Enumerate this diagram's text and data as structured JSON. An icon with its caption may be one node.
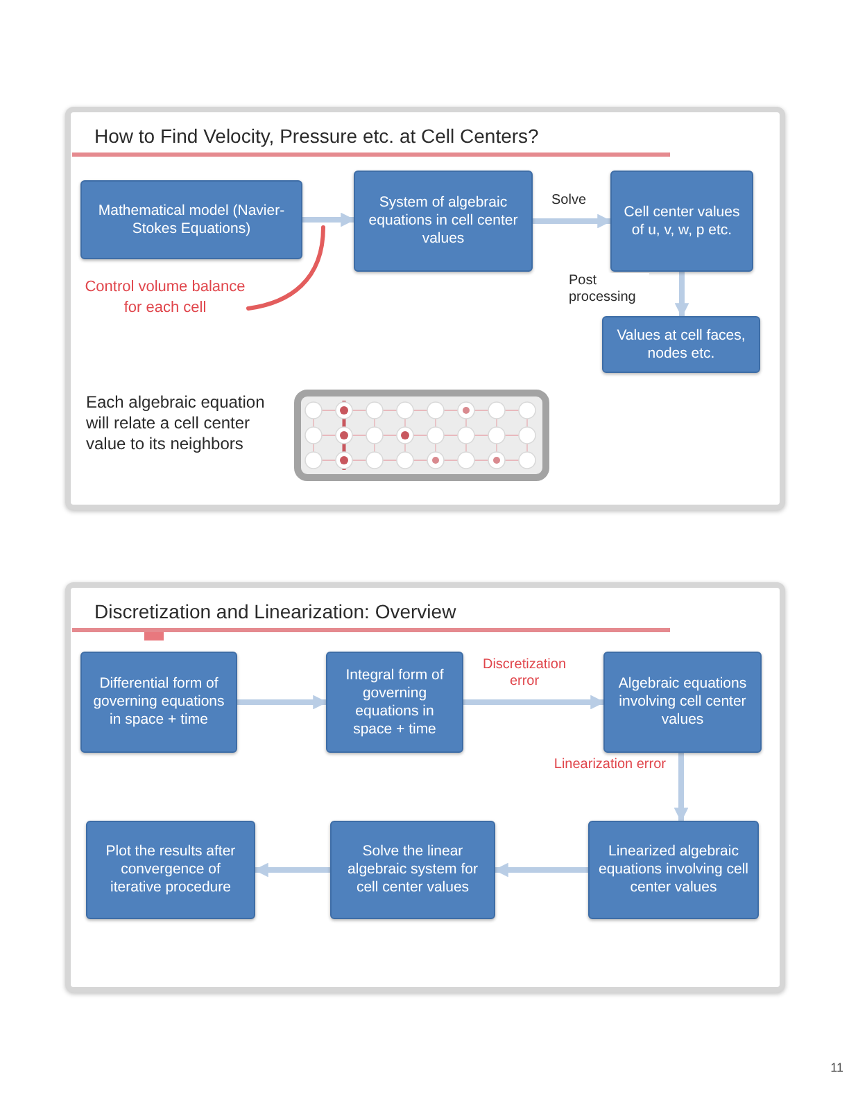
{
  "diagram": {
    "nodes": [
      {
        "text": [
          "How to Find Velocity, Pressure etc. at Cell Centers?"
        ]
      },
      {
        "text": [
          "Mathematical model (Navier-Stokes Equations)"
        ],
        "in": 0
      },
      {
        "text": [
          "System of algebraic equations in cell center values"
        ],
        "in": 0
      },
      {
        "text": [
          "Cell center values of u, v, w, p etc."
        ],
        "in": 0
      },
      {
        "text": [
          "Values at cell faces, nodes etc."
        ],
        "in": 0
      },
      {
        "text": [
          "Control volume balance for each cell"
        ],
        "in": 0
      },
      {
        "text": [
          "Discretization and Linearization: Overview"
        ]
      },
      {
        "text": [
          "Differential form of governing equations in space + time"
        ],
        "in": 6
      },
      {
        "text": [
          "Integral form of governing equations in space + time"
        ],
        "in": 6
      },
      {
        "text": [
          "Algebraic equations involving cell center values"
        ],
        "in": 6
      },
      {
        "text": [
          "Linearized algebraic equations involving cell center values"
        ],
        "in": 6
      },
      {
        "text": [
          "Solve the linear algebraic system for cell center values"
        ],
        "in": 6
      },
      {
        "text": [
          "Plot the results after convergence of iterative procedure"
        ],
        "in": 6
      }
    ],
    "edges": [
      {
        "from": 1,
        "to": 2,
        "arrow": "to"
      },
      {
        "from": 2,
        "to": 3,
        "arrow": "to",
        "label": "Solve"
      },
      {
        "from": 3,
        "to": 4,
        "arrow": "to",
        "label": "Post processing"
      },
      {
        "from": 5,
        "to": null,
        "arrow": "none",
        "color": "#e35d5d"
      },
      {
        "from": 7,
        "to": 8,
        "arrow": "to"
      },
      {
        "from": 8,
        "to": 9,
        "arrow": "to",
        "label": "Discretization error"
      },
      {
        "from": 9,
        "to": 10,
        "arrow": "to",
        "label": "Linearization error"
      },
      {
        "from": 10,
        "to": 11,
        "arrow": "to"
      },
      {
        "from": 11,
        "to": 12,
        "arrow": "to"
      }
    ],
    "labels": [
      "Each algebraic equation will relate a cell center value to its neighbors",
      "11"
    ]
  }
}
